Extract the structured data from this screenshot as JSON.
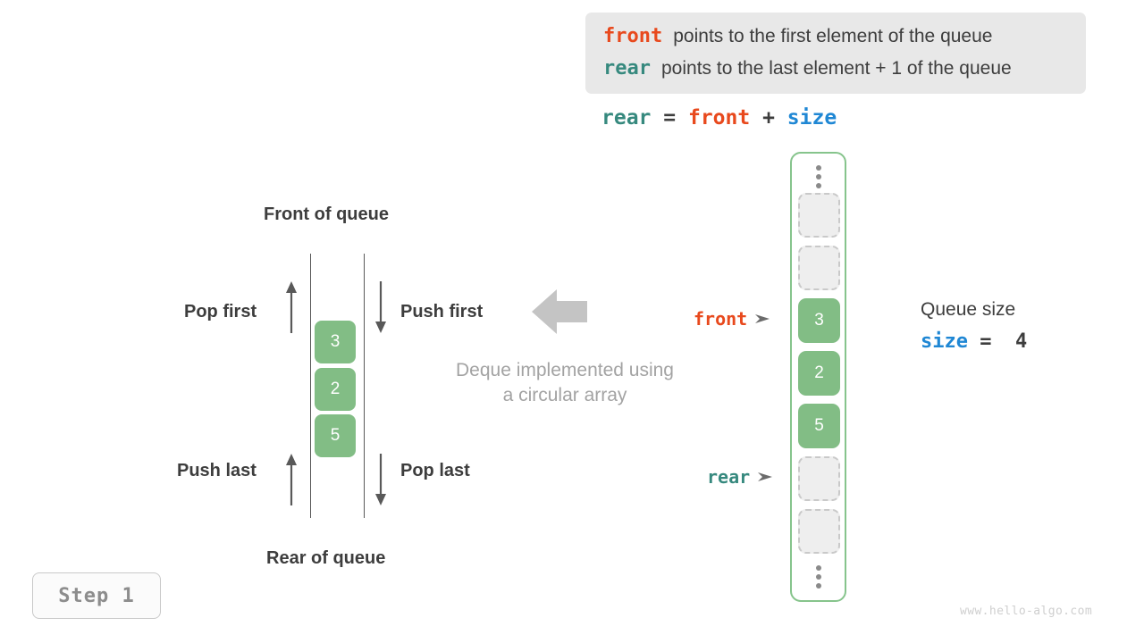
{
  "legend": {
    "lines": [
      {
        "key": "front",
        "key_color": "#e8491d",
        "text": "points to the first element of the queue"
      },
      {
        "key": "rear",
        "key_color": "#36897e",
        "text": "points to the last element + 1 of the queue"
      }
    ]
  },
  "formula": {
    "lhs": "rear",
    "equals": "=",
    "rhs1": "front",
    "plus": "+",
    "rhs2": "size"
  },
  "deque": {
    "title_front": "Front of queue",
    "title_rear": "Rear of queue",
    "operations": {
      "pop_first": "Pop first",
      "push_first": "Push first",
      "push_last": "Push last",
      "pop_last": "Pop last"
    },
    "cells": [
      "3",
      "2",
      "5"
    ],
    "note_line1": "Deque implemented using",
    "note_line2": "a circular array"
  },
  "array": {
    "ellipsis_top": "⋮",
    "ellipsis_bottom": "⋮",
    "slots": [
      {
        "value": "",
        "state": "empty"
      },
      {
        "value": "",
        "state": "empty"
      },
      {
        "value": "3",
        "state": "filled"
      },
      {
        "value": "2",
        "state": "filled"
      },
      {
        "value": "5",
        "state": "filled"
      },
      {
        "value": "",
        "state": "empty"
      },
      {
        "value": "",
        "state": "empty"
      }
    ],
    "pointers": {
      "front": "front",
      "rear": "rear"
    }
  },
  "size_note": {
    "caption": "Queue size",
    "var": "size",
    "equals": "=",
    "value": "4"
  },
  "step_badge": "Step  1",
  "watermark": "www.hello-algo.com",
  "colors": {
    "front": "#e8491d",
    "rear": "#36897e",
    "size": "#1f87d4",
    "filled_cell": "#82bd85",
    "empty_cell": "#eeeeee",
    "container_border": "#86c48c",
    "legend_bg": "#e8e8e8",
    "text": "#3d3d3d",
    "muted": "#a3a3a3"
  }
}
